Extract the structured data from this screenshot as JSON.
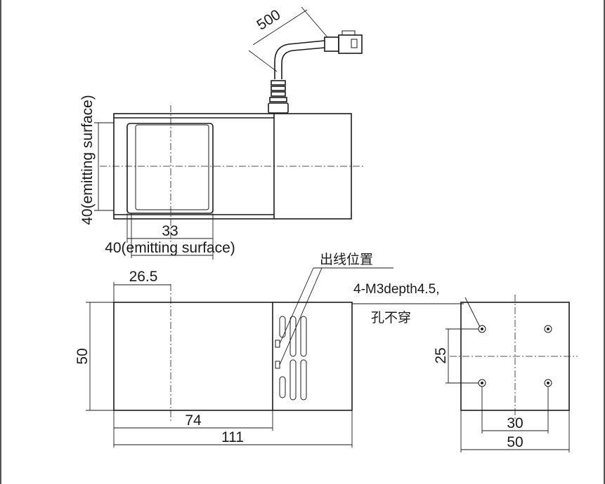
{
  "dimensions": {
    "cable_length": "500",
    "emitting_height": "40(emitting surface)",
    "emitting_width": "40(emitting surface)",
    "window_width": "33",
    "offset": "26.5",
    "height": "50",
    "emitting_length": "74",
    "total_length": "111",
    "hole_spacing_v": "25",
    "hole_spacing_h": "30",
    "side_width": "50"
  },
  "notes": {
    "cable_exit": "出线位置",
    "thread_spec": "4-M3depth4.5,",
    "not_through": "孔不穿"
  }
}
